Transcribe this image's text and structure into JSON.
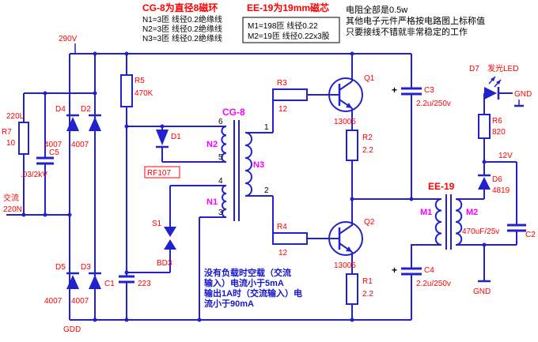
{
  "colors": {
    "wire": "#2222cc",
    "label": "#ff0000",
    "winding": "#ff00ff",
    "note": "#1515cc",
    "black": "#000000",
    "bg": "#ffffff"
  },
  "notes": {
    "cg8_title": "CG-8为直径8磁环",
    "cg8_lines": [
      "N1=3匝 线径0.2绝缘线",
      "N2=3匝 线径0.2绝缘线",
      "N3=3匝 线径0.2绝缘线"
    ],
    "ee19_title": "EE-19为19mm磁芯",
    "ee19_lines": [
      "M1=198匝 线径0.22",
      "M2=19匝 线径0.22x3股"
    ],
    "right_lines": [
      "电阻全部是0.5w",
      "其他电子元件严格按电路图上标称值",
      "只要接线不错就非常稳定的工作"
    ],
    "load_note": [
      "没有负载时空载（交流",
      "输入）电流小于5mA",
      "输出1A时（交流输入）电",
      "流小于90mA"
    ]
  },
  "rails": {
    "dc_plus": "290V",
    "live": "220L",
    "ac": "交流",
    "neutral": "220N",
    "gnd_main": "GDD",
    "out_12v": "12V",
    "gnd_led": "GND",
    "gnd_out": "GND"
  },
  "misc": {
    "plus": "+"
  },
  "components": {
    "r7": {
      "ref": "R7",
      "value": "10"
    },
    "c5": {
      "ref": "C5",
      "value": ".03/2kV"
    },
    "d4": {
      "ref": "D4",
      "value": "4007"
    },
    "d2": {
      "ref": "D2",
      "value": "4007"
    },
    "d5": {
      "ref": "D5",
      "value": "4007"
    },
    "d3": {
      "ref": "D3",
      "value": "4007"
    },
    "r5": {
      "ref": "R5",
      "value": "470K"
    },
    "d1": {
      "ref": "D1",
      "value": "RF107"
    },
    "s1": {
      "ref": "S1",
      "value": "BD3"
    },
    "c1": {
      "ref": "C1",
      "value": "223"
    },
    "r3": {
      "ref": "R3",
      "value": "12"
    },
    "r4": {
      "ref": "R4",
      "value": "12"
    },
    "q1": {
      "ref": "Q1",
      "value": "13005"
    },
    "q2": {
      "ref": "Q2",
      "value": "13005"
    },
    "r2": {
      "ref": "R2",
      "value": "2.2"
    },
    "r1": {
      "ref": "R1",
      "value": "2.2"
    },
    "c3": {
      "ref": "C3",
      "value": "2.2u/250v"
    },
    "c4": {
      "ref": "C4",
      "value": "2.2u/250v"
    },
    "d6": {
      "ref": "D6",
      "value": "4819"
    },
    "d7": {
      "ref": "D7",
      "value": "发光LED"
    },
    "r6": {
      "ref": "R6",
      "value": "820"
    },
    "c2": {
      "ref": "C2",
      "value": "470uF/25v"
    }
  },
  "transformers": {
    "cg8": {
      "name": "CG-8",
      "w1": "N2",
      "w2": "N1",
      "w3": "N3",
      "pins": [
        "6",
        "5",
        "4",
        "3",
        "1",
        "2"
      ]
    },
    "ee19": {
      "name": "EE-19",
      "w1": "M1",
      "w2": "M2"
    }
  }
}
